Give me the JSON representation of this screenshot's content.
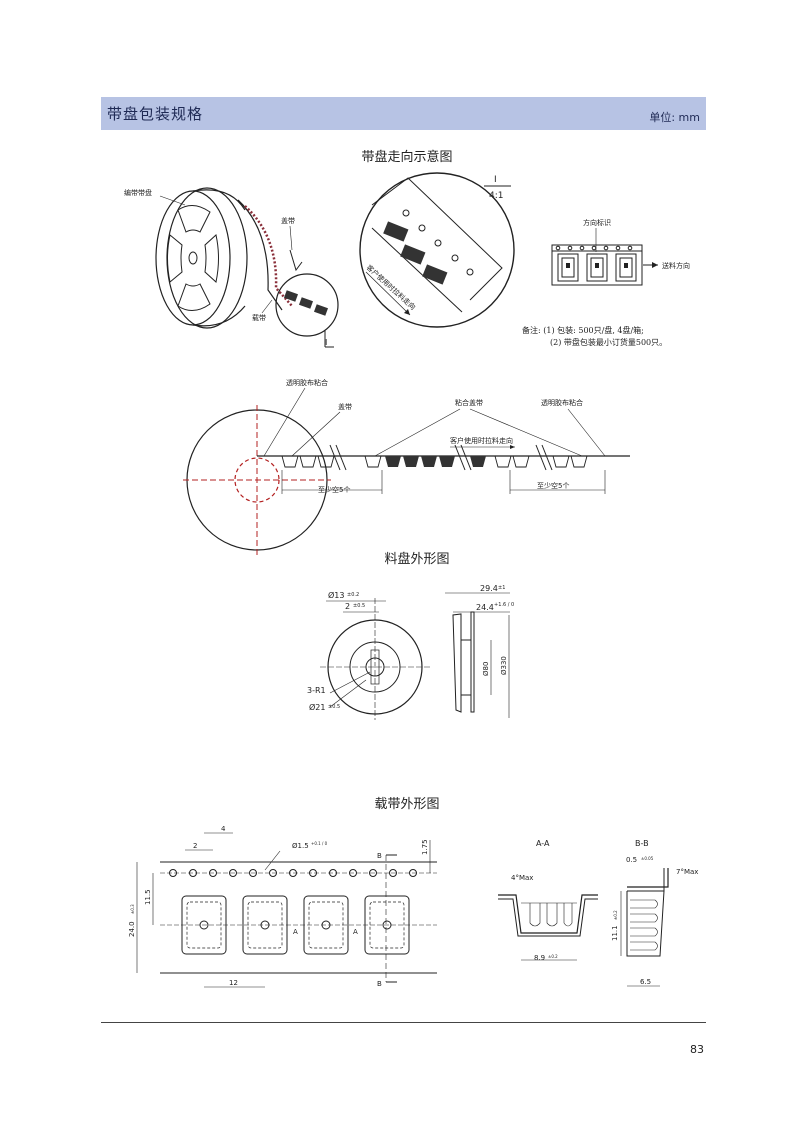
{
  "header": {
    "title": "带盘包装规格",
    "unit": "单位: mm"
  },
  "sections": {
    "direction": "带盘走向示意图",
    "reel_shape": "料盘外形图",
    "tape_shape": "载带外形图"
  },
  "diagram1": {
    "reel_label": "编带带盘",
    "cover_tape": "盖带",
    "carrier_tape": "载带",
    "detail_ref": "I",
    "scale": "4:1",
    "pull_direction": "客户使用时拉料走向",
    "direction_mark": "方向标识",
    "feed_direction": "送料方向"
  },
  "notes": {
    "line1": "备注: (1) 包装: 500只/盘, 4盘/箱;",
    "line2": "(2) 带盘包装最小订货量500只。"
  },
  "diagram2": {
    "tape_glue_left": "透明胶布粘合",
    "cover": "盖带",
    "seal_cover": "粘合盖带",
    "tape_glue_right": "透明胶布粘合",
    "pull_direction": "客户使用时拉料走向",
    "empty_left": "至少空5个",
    "empty_right": "至少空5个"
  },
  "reel_dims": {
    "d13": "Ø13",
    "d13_tol": "±0.2",
    "w2": "2",
    "w2_tol": "±0.5",
    "r1": "3-R1",
    "d21": "Ø21",
    "d21_tol": "±0.5",
    "w294": "29.4",
    "w294_tol": "±1",
    "w244": "24.4",
    "w244_tol": "+1.6 / 0",
    "d80": "Ø80",
    "d330": "Ø330"
  },
  "tape_dims": {
    "p4": "4",
    "p2": "2",
    "hole": "Ø1.5",
    "hole_tol": "+0.1 / 0",
    "b_label": "B",
    "a_label": "A",
    "h175": "1.75",
    "h115": "11.5",
    "h240": "24.0",
    "h240_tol": "±0.3",
    "p12": "12",
    "aa_title": "A-A",
    "bb_title": "B-B",
    "angle4": "4°Max",
    "w89": "8.9",
    "w89_tol": "±0.2",
    "t05": "0.5",
    "t05_tol": "±0.05",
    "angle7": "7°Max",
    "h111": "11.1",
    "h111_tol": "±0.2",
    "w65": "6.5"
  },
  "page_number": "83"
}
